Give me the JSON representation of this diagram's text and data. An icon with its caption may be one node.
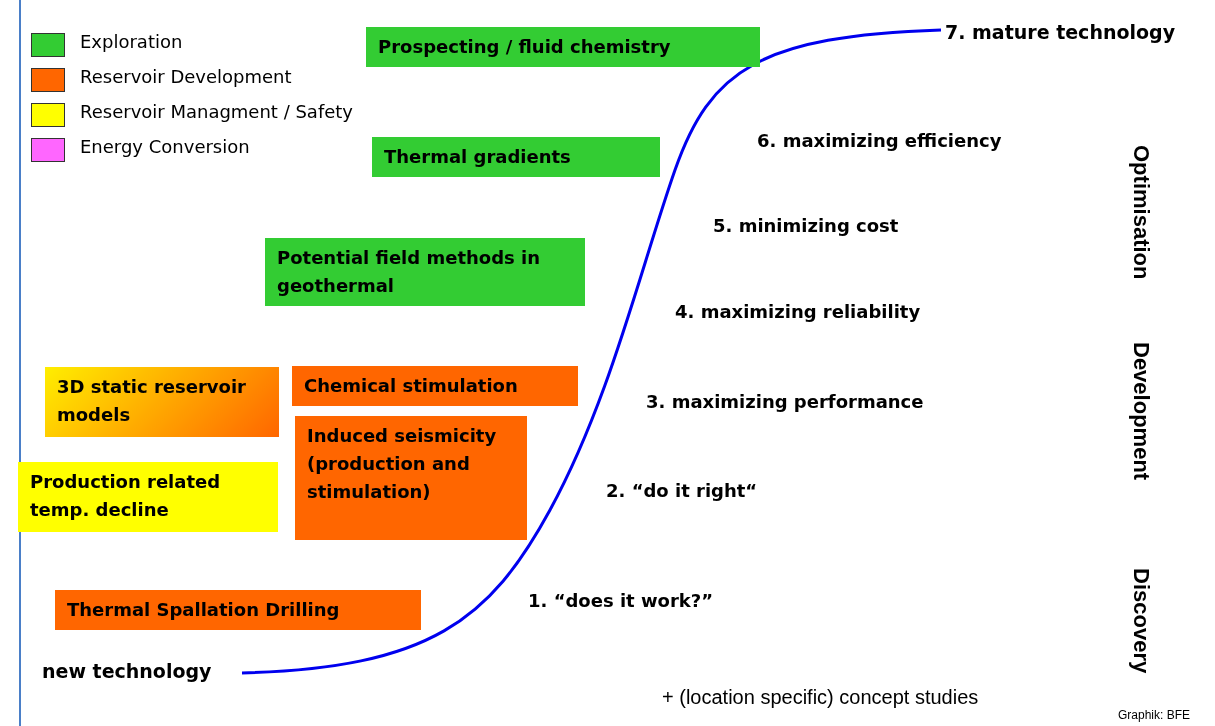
{
  "diagram": {
    "nodes": [
      {
        "text": [
          "Prospecting / fluid chemistry"
        ]
      },
      {
        "text": [
          "Thermal gradients"
        ]
      },
      {
        "text": [
          "Potential field methods in geothermal"
        ]
      },
      {
        "text": [
          "3D static reservoir models"
        ]
      },
      {
        "text": [
          "Chemical stimulation"
        ]
      },
      {
        "text": [
          "Induced seismicity (production and stimulation)"
        ]
      },
      {
        "text": [
          "Production related temp. decline"
        ]
      },
      {
        "text": [
          "Thermal Spallation Drilling"
        ]
      },
      {
        "text": [
          "new technology"
        ]
      },
      {
        "text": [
          "7. mature technology"
        ]
      }
    ],
    "edges": [
      {
        "from": 8,
        "to": 9,
        "arrow": "none"
      }
    ],
    "labels": [
      "6. maximizing efficiency",
      "Optimisation",
      "5. minimizing cost",
      "4. maximizing reliability",
      "Development",
      "3. maximizing performance",
      "2. “do it right“",
      "1. “does it work?”",
      "Discovery",
      "+ (location specific) concept studies",
      "Graphik: BFE"
    ],
    "legend": [
      {
        "text": "Exploration",
        "color": "#33cc33"
      },
      {
        "text": "Reservoir Development",
        "color": "#ff6600"
      },
      {
        "text": "Reservoir Managment / Safety",
        "color": "#ffff00"
      },
      {
        "text": "Energy Conversion",
        "color": "#ff66ff"
      }
    ]
  }
}
